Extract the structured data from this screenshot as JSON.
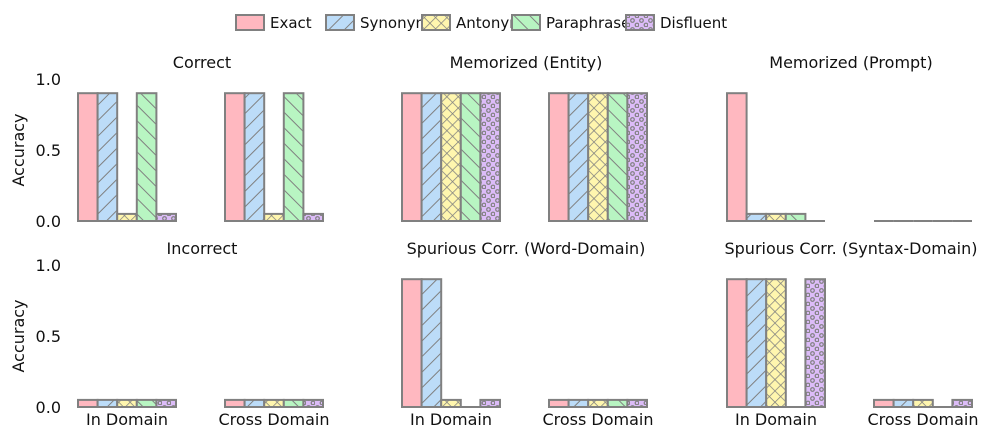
{
  "chart_data": {
    "type": "bar",
    "legend": {
      "placement": "top-center",
      "entries": [
        {
          "name": "Exact",
          "color": "#ffb8c0",
          "hatch": "none"
        },
        {
          "name": "Synonym",
          "color": "#bcdcf8",
          "hatch": "diagonal-forward"
        },
        {
          "name": "Antonym",
          "color": "#fff6ae",
          "hatch": "crosshatch"
        },
        {
          "name": "Paraphrase",
          "color": "#b8f5c2",
          "hatch": "diagonal-back"
        },
        {
          "name": "Disfluent",
          "color": "#dcbcf8",
          "hatch": "dots"
        }
      ]
    },
    "edge_color": "#808080",
    "ylabel": "Accuracy",
    "yticks": [
      "0.0",
      "0.5",
      "1.0"
    ],
    "ylim": [
      0,
      1
    ],
    "categories": [
      "In Domain",
      "Cross Domain"
    ],
    "panels": [
      {
        "title": "Correct",
        "values": [
          [
            0.9,
            0.9,
            0.05,
            0.9,
            0.05
          ],
          [
            0.9,
            0.9,
            0.05,
            0.9,
            0.05
          ]
        ]
      },
      {
        "title": "Memorized (Entity)",
        "values": [
          [
            0.9,
            0.9,
            0.9,
            0.9,
            0.9
          ],
          [
            0.9,
            0.9,
            0.9,
            0.9,
            0.9
          ]
        ]
      },
      {
        "title": "Memorized (Prompt)",
        "values": [
          [
            0.9,
            0.05,
            0.05,
            0.05,
            0.0
          ],
          [
            0.0,
            0.0,
            0.0,
            0.0,
            0.0
          ]
        ]
      },
      {
        "title": "Incorrect",
        "values": [
          [
            0.05,
            0.05,
            0.05,
            0.05,
            0.05
          ],
          [
            0.05,
            0.05,
            0.05,
            0.05,
            0.05
          ]
        ]
      },
      {
        "title": "Spurious Corr. (Word-Domain)",
        "values": [
          [
            0.9,
            0.9,
            0.05,
            0.0,
            0.05
          ],
          [
            0.05,
            0.05,
            0.05,
            0.05,
            0.05
          ]
        ]
      },
      {
        "title": "Spurious Corr. (Syntax-Domain)",
        "values": [
          [
            0.9,
            0.9,
            0.9,
            0.0,
            0.9
          ],
          [
            0.05,
            0.05,
            0.05,
            0.0,
            0.05
          ]
        ]
      }
    ]
  }
}
